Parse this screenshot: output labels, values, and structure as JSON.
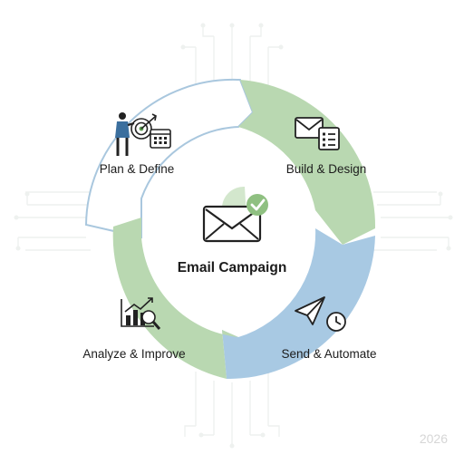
{
  "diagram": {
    "center": {
      "label": "Email Campaign",
      "icon": "email-check-icon"
    },
    "stages": [
      {
        "label": "Plan & Define",
        "icon": "person-target-calendar-icon",
        "color": "#ffffff",
        "stroke": "#a9c7de"
      },
      {
        "label": "Build & Design",
        "icon": "envelope-checklist-icon",
        "color": "#b9d8b1",
        "stroke": "none"
      },
      {
        "label": "Send & Automate",
        "icon": "paper-plane-clock-icon",
        "color": "#a8c9e3",
        "stroke": "none"
      },
      {
        "label": "Analyze & Improve",
        "icon": "chart-magnifier-icon",
        "color": "#b9d8b1",
        "stroke": "none"
      }
    ],
    "watermark": "2026"
  }
}
